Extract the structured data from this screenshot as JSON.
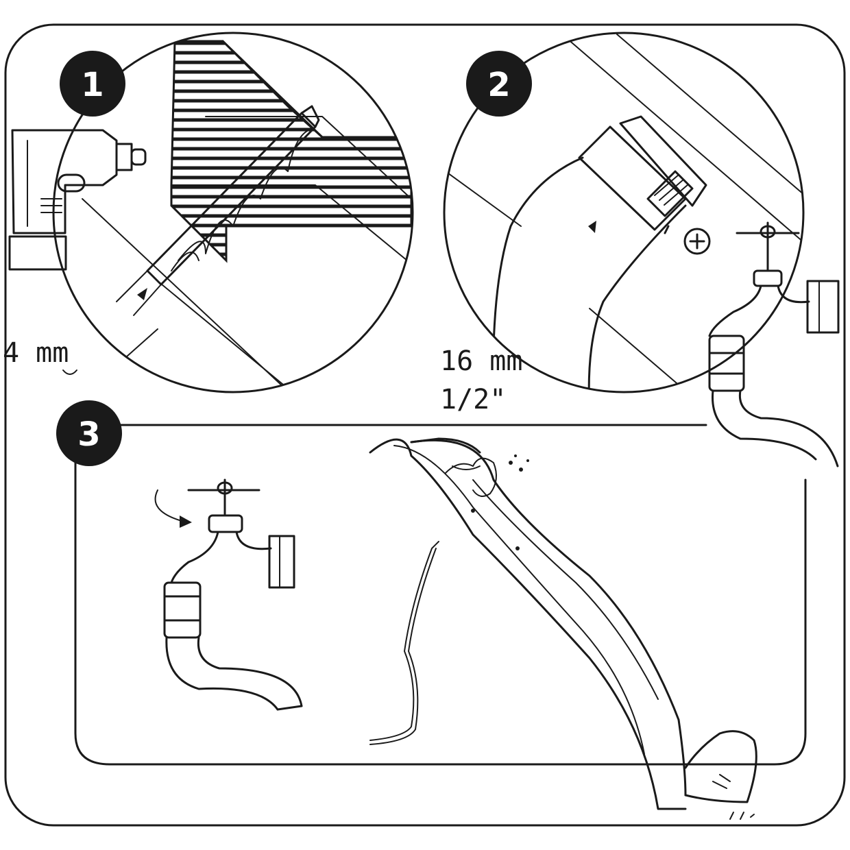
{
  "steps": [
    {
      "number": "1",
      "label": "4 mm"
    },
    {
      "number": "2",
      "label_line1": "16 mm",
      "label_line2": "1/2\""
    },
    {
      "number": "3"
    }
  ],
  "colors": {
    "ink": "#1a1a1a",
    "paper": "#ffffff"
  },
  "icons": [
    "drill-icon",
    "drill-bit-icon",
    "hose-clamp-icon",
    "screw-icon",
    "tap-icon",
    "hose-icon",
    "slide-icon",
    "water-splash-icon",
    "turn-arrow-icon"
  ]
}
